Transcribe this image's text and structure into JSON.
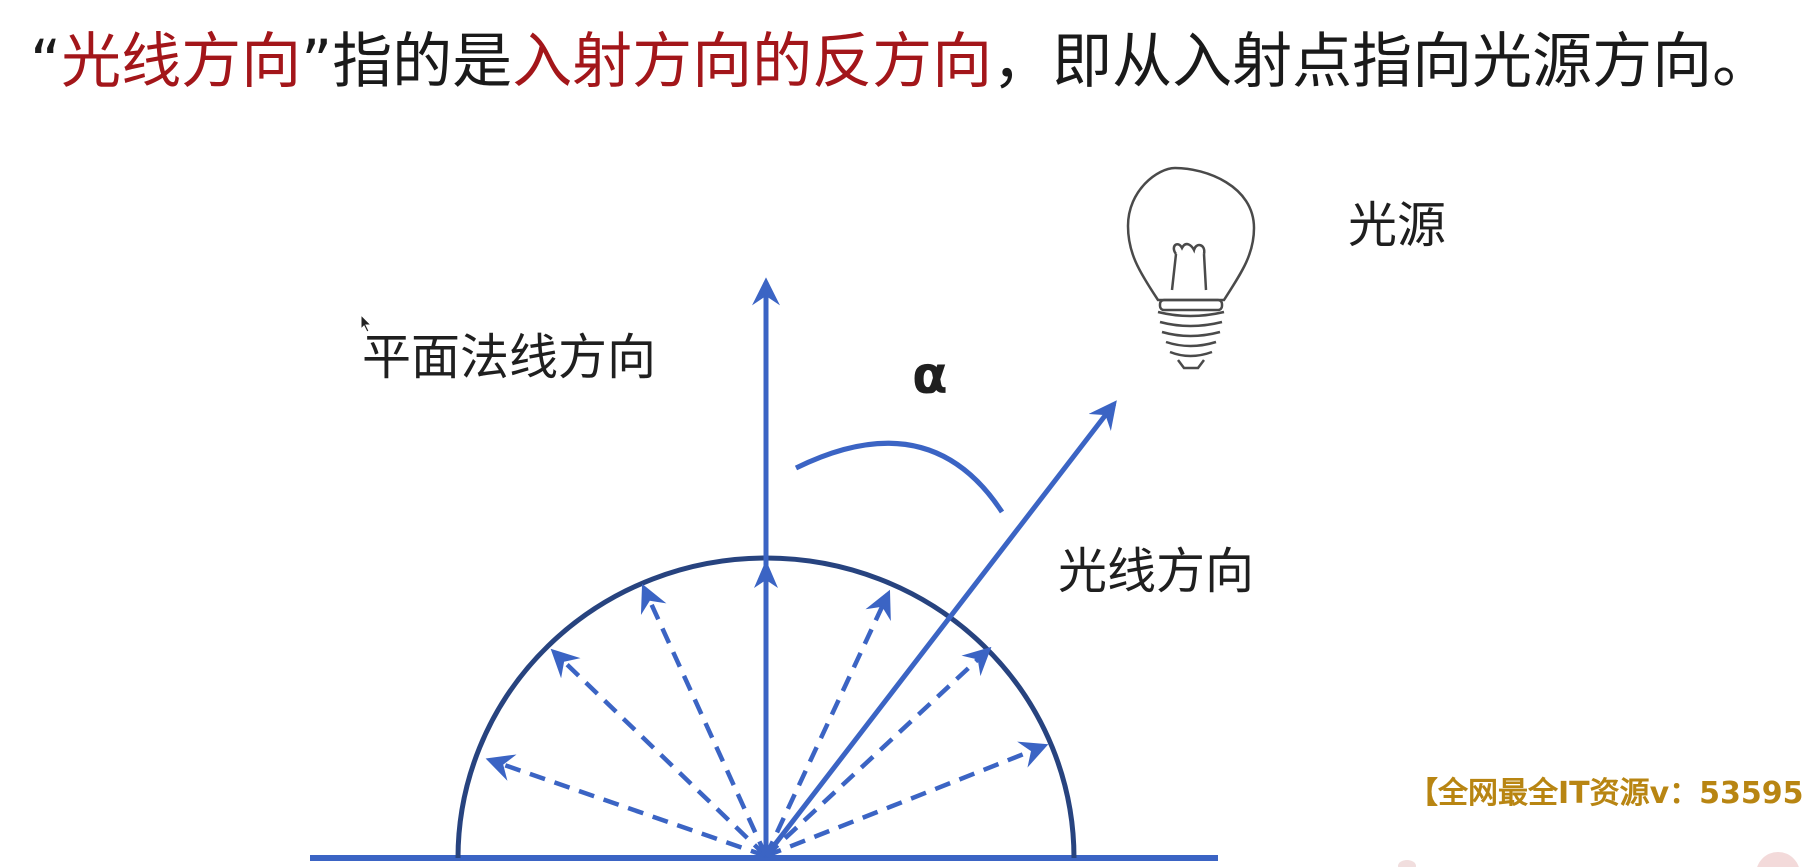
{
  "heading": {
    "open_quote": "“",
    "term": "光线方向",
    "close_quote": "”",
    "is_text": "指的是",
    "emphasis": "入射方向的反方向",
    "rest": "，即从入射点指向光源方向。"
  },
  "diagram": {
    "normal_label": "平面法线方向",
    "light_direction_label": "光线方向",
    "light_source_label": "光源",
    "angle_label": "α",
    "icons": [
      "light-bulb-icon",
      "mouse-pointer-icon"
    ]
  },
  "watermark": "【全网最全IT资源v：53595",
  "colors": {
    "heading_text": "#1a1a1a",
    "emphasis_red": "#a3161a",
    "arrow_blue": "#3b64c4",
    "hemisphere_navy": "#27437f",
    "watermark_gold": "#b88512"
  }
}
